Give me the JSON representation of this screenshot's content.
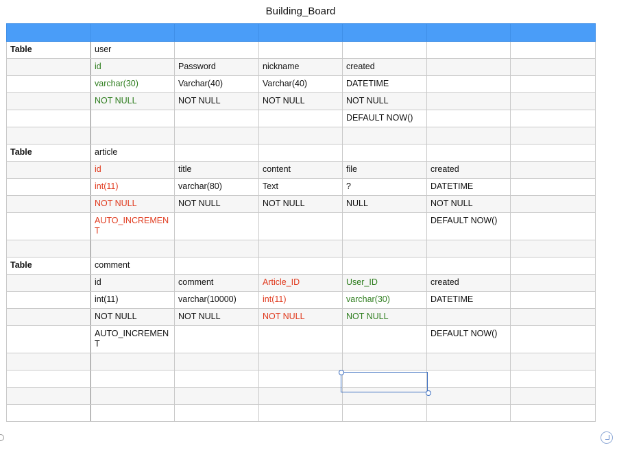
{
  "title": "Building_Board",
  "rows": [
    [
      "Table",
      "user",
      "",
      "",
      "",
      "",
      ""
    ],
    [
      "",
      "id",
      "Password",
      "nickname",
      "created",
      "",
      ""
    ],
    [
      "",
      "varchar(30)",
      "Varchar(40)",
      "Varchar(40)",
      "DATETIME",
      "",
      ""
    ],
    [
      "",
      "NOT NULL",
      "NOT NULL",
      "NOT NULL",
      "NOT NULL",
      "",
      ""
    ],
    [
      "",
      "",
      "",
      "",
      "DEFAULT NOW()",
      "",
      ""
    ],
    [
      "",
      "",
      "",
      "",
      "",
      "",
      ""
    ],
    [
      "Table",
      "article",
      "",
      "",
      "",
      "",
      ""
    ],
    [
      "",
      "id",
      "title",
      "content",
      "file",
      "created",
      ""
    ],
    [
      "",
      "int(11)",
      "varchar(80)",
      "Text",
      "?",
      "DATETIME",
      ""
    ],
    [
      "",
      "NOT NULL",
      "NOT NULL",
      "NOT NULL",
      "NULL",
      "NOT NULL",
      ""
    ],
    [
      "",
      "AUTO_INCREMENT",
      "",
      "",
      "",
      "DEFAULT NOW()",
      ""
    ],
    [
      "",
      "",
      "",
      "",
      "",
      "",
      ""
    ],
    [
      "Table",
      "comment",
      "",
      "",
      "",
      "",
      ""
    ],
    [
      "",
      "id",
      "comment",
      "Article_ID",
      "User_ID",
      "created",
      ""
    ],
    [
      "",
      "int(11)",
      "varchar(10000)",
      "int(11)",
      "varchar(30)",
      "DATETIME",
      ""
    ],
    [
      "",
      "NOT NULL",
      "NOT NULL",
      "NOT NULL",
      "NOT NULL",
      "",
      ""
    ],
    [
      "",
      "AUTO_INCREMENT",
      "",
      "",
      "",
      "DEFAULT NOW()",
      ""
    ],
    [
      "",
      "",
      "",
      "",
      "",
      "",
      ""
    ],
    [
      "",
      "",
      "",
      "",
      "",
      "",
      ""
    ],
    [
      "",
      "",
      "",
      "",
      "",
      "",
      ""
    ],
    [
      "",
      "",
      "",
      "",
      "",
      "",
      ""
    ]
  ],
  "colors": {
    "header": "#4a9df8",
    "green_text": "#2e7d1e",
    "red_text": "#e03a1e",
    "selection": "#3d6fc0"
  }
}
